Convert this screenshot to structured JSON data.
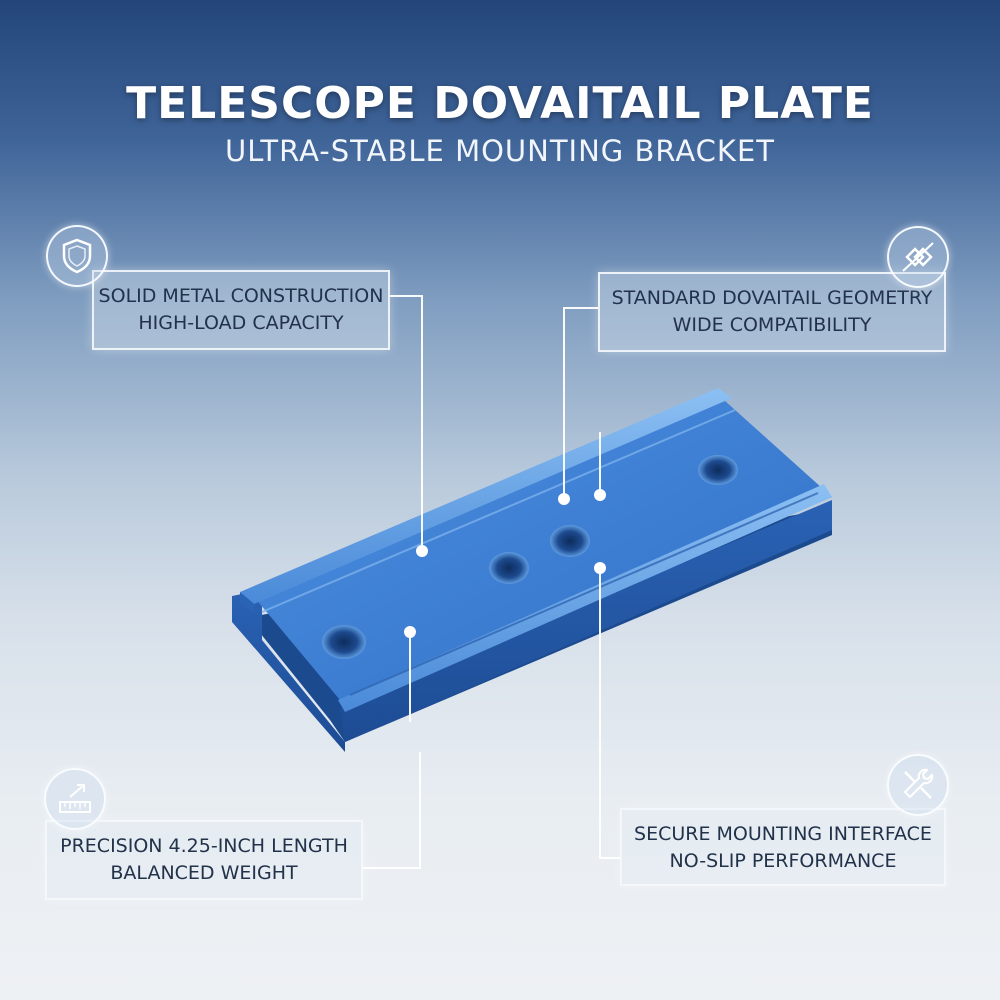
{
  "header": {
    "title": "TELESCOPE DOVAITAIL PLATE",
    "subtitle": "ULTRA-STABLE MOUNTING BRACKET"
  },
  "callouts": {
    "top_left": {
      "line1": "SOLID METAL CONSTRUCTION",
      "line2": "HIGH-LOAD CAPACITY",
      "icon": "shield-icon"
    },
    "top_right": {
      "line1": "STANDARD DOVAITAIL GEOMETRY",
      "line2": "WIDE COMPATIBILITY",
      "icon": "geometry-icon"
    },
    "bottom_left": {
      "line1": "PRECISION 4.25-INCH LENGTH",
      "line2": "BALANCED WEIGHT",
      "icon": "ruler-icon"
    },
    "bottom_right": {
      "line1": "SECURE MOUNTING INTERFACE",
      "line2": "NO-SLIP PERFORMANCE",
      "icon": "wrench-icon"
    }
  },
  "colors": {
    "plate": "#3f82d6",
    "plate_highlight": "#7fb4ee",
    "background_top": "#23457a",
    "background_bottom": "#eef1f4",
    "callout_text": "#22324a"
  }
}
